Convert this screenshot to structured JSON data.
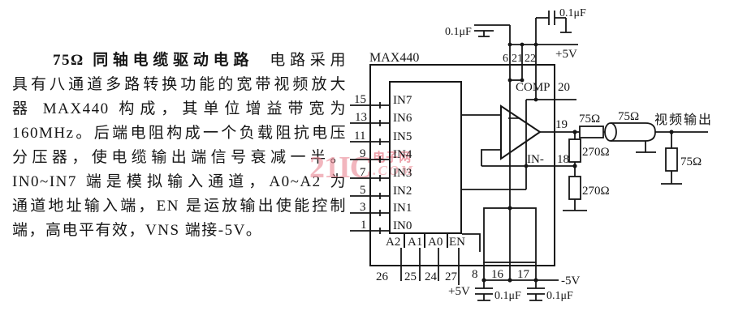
{
  "article": {
    "title": "75Ω 同轴电缆驱动电路",
    "line1_rest": "电路采用",
    "lines": [
      "具有八通道多路转换功能的宽带视频放大",
      "器 MAX440 构成，其单位增益带宽为",
      "160MHz。后端电阻构成一个负载阻抗电压",
      "分压器，使电缆输出端信号衰减一半。",
      "IN0~IN7 端是模拟输入通道，A0~A2 为",
      "通道地址输入端，EN 是运放输出使能控制",
      "端，高电平有效，VNS 端接-5V。"
    ]
  },
  "watermark": {
    "big": "21IC",
    "site": "电子网",
    "com": ".COM",
    "color": "#e98692"
  },
  "circuit": {
    "ic_label": "MAX440",
    "left_pins": [
      {
        "num": "15",
        "label": "IN7"
      },
      {
        "num": "13",
        "label": "IN6"
      },
      {
        "num": "11",
        "label": "IN5"
      },
      {
        "num": "9",
        "label": "IN4"
      },
      {
        "num": "7",
        "label": "IN3"
      },
      {
        "num": "5",
        "label": "IN2"
      },
      {
        "num": "3",
        "label": "IN1"
      },
      {
        "num": "1",
        "label": "IN0"
      }
    ],
    "addr_pins": [
      {
        "label": "A2",
        "num": "26"
      },
      {
        "label": "A1",
        "num": "25"
      },
      {
        "label": "A0",
        "num": "24"
      },
      {
        "label": "EN",
        "num": "27"
      }
    ],
    "supply_pins_bottom": [
      "8",
      "16",
      "17"
    ],
    "top_pins": [
      "6",
      "21",
      "22"
    ],
    "comp": {
      "label": "COMP",
      "pin": "20"
    },
    "feedback": {
      "inv_label": "IN-",
      "inv_pin": "18",
      "r1": "270Ω",
      "r2": "270Ω"
    },
    "output": {
      "pin": "19",
      "series_r": "75Ω",
      "coax_r": "75Ω",
      "load_r": "75Ω",
      "label": "视频输出"
    },
    "rails": {
      "vpos_top": "+5V",
      "vpos_bottom": "+5V",
      "vneg": "-5V"
    },
    "caps": {
      "top_left": "0.1μF",
      "top_right": "0.1μF",
      "bottom_left": "0.1μF",
      "bottom_right": "0.1μF"
    }
  }
}
